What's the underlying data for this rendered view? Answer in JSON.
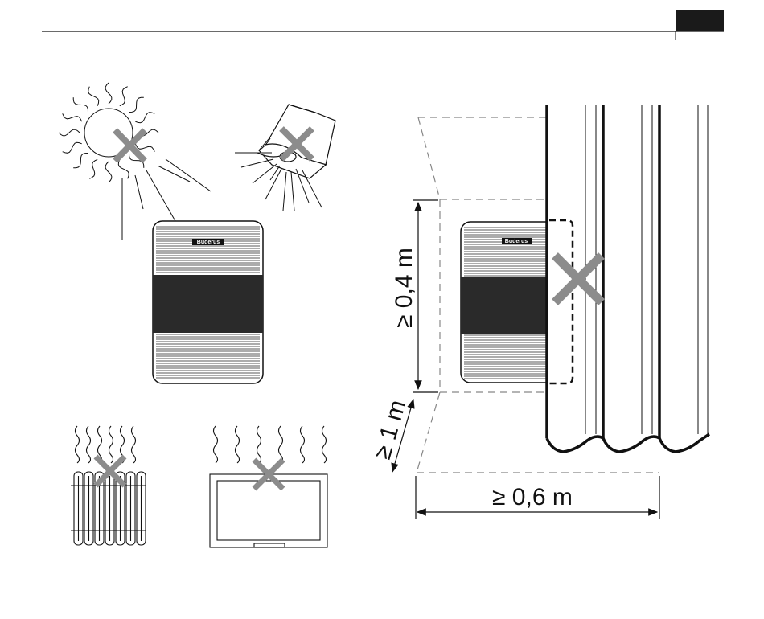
{
  "header": {
    "tab_color": "#1a1a1a"
  },
  "colors": {
    "cross": "#8c8c8c",
    "line": "#111111",
    "panel": "#2a2a2a"
  },
  "device": {
    "brand": "Buderus"
  },
  "forbidden_sources": [
    {
      "name": "sun",
      "icon": "sun-icon"
    },
    {
      "name": "lamp",
      "icon": "lamp-icon"
    },
    {
      "name": "radiator",
      "icon": "radiator-icon"
    },
    {
      "name": "heater",
      "icon": "heater-icon"
    }
  ],
  "clearances": {
    "height": "≥ 0,4 m",
    "depth": "≥ 1 m",
    "width": "≥ 0,6 m"
  }
}
